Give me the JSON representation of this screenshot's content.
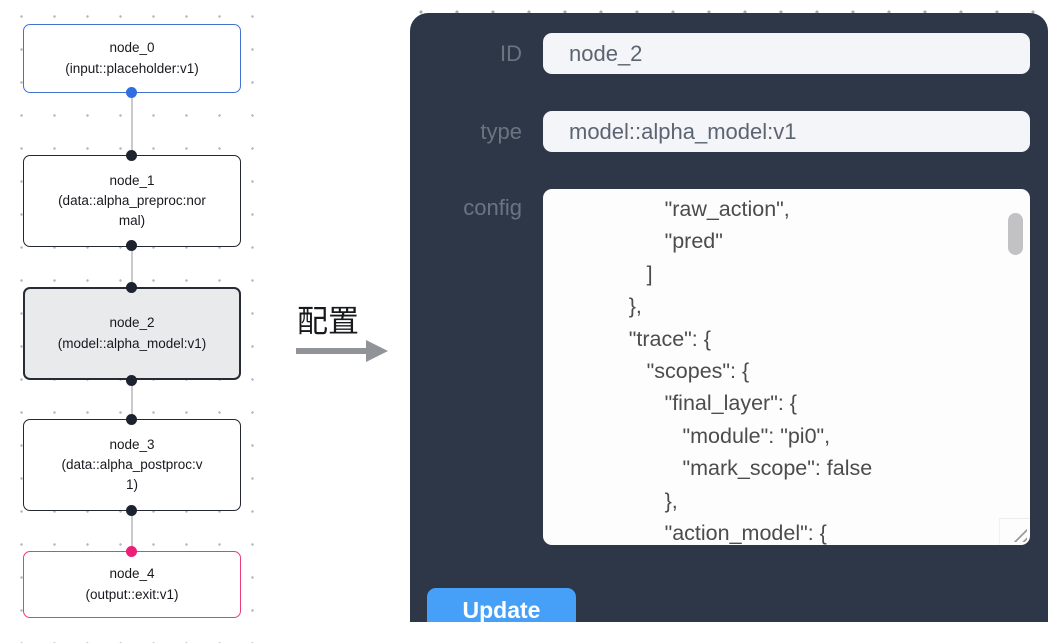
{
  "flowchart": {
    "nodes": [
      {
        "id": "node_0",
        "label": "node_0",
        "sublabel": "(input::placeholder:v1)",
        "variant": "input"
      },
      {
        "id": "node_1",
        "label": "node_1",
        "sublabel": "(data::alpha_preproc:normal)",
        "variant": "default"
      },
      {
        "id": "node_2",
        "label": "node_2",
        "sublabel": "(model::alpha_model:v1)",
        "variant": "selected"
      },
      {
        "id": "node_3",
        "label": "node_3",
        "sublabel": "(data::alpha_postproc:v1)",
        "variant": "default"
      },
      {
        "id": "node_4",
        "label": "node_4",
        "sublabel": "(output::exit:v1)",
        "variant": "output"
      }
    ]
  },
  "annotation": {
    "label": "配置"
  },
  "panel": {
    "fields": [
      {
        "label": "ID",
        "value": "node_2"
      },
      {
        "label": "type",
        "value": "model::alpha_model:v1"
      }
    ],
    "config_label": "config",
    "config_lines": [
      "                \"raw_action\",",
      "                \"pred\"",
      "             ]",
      "          },",
      "          \"trace\": {",
      "             \"scopes\": {",
      "                \"final_layer\": {",
      "                   \"module\": \"pi0\",",
      "                   \"mark_scope\": false",
      "                },",
      "                \"action_model\": {"
    ],
    "update_label": "Update"
  },
  "colors": {
    "panel_bg": "#2d3748",
    "accent_blue": "#47a0f8",
    "node_input_border": "#4273d3",
    "node_output_border": "#ec3d77",
    "selected_node_bg": "#e9eaeb",
    "port_dark": "#1d2230",
    "port_blue": "#2f6fdf",
    "port_pink": "#ee1e78"
  }
}
